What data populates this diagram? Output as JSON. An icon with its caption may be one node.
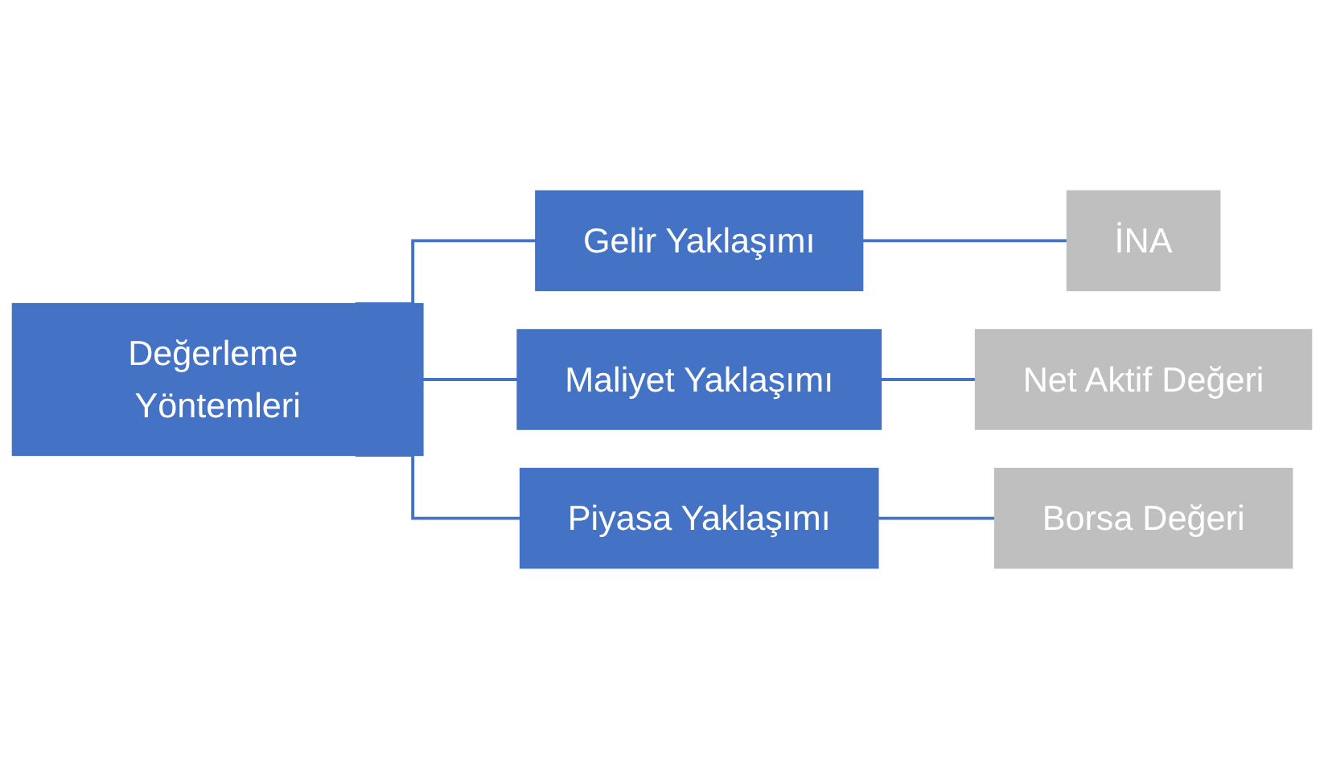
{
  "diagram": {
    "nodes": [
      {
        "text": [
          "Değerleme Yöntemleri"
        ]
      },
      {
        "text": [
          "Gelir Yaklaşımı"
        ]
      },
      {
        "text": [
          "Maliyet Yaklaşımı"
        ]
      },
      {
        "text": [
          "Piyasa Yaklaşımı"
        ]
      },
      {
        "text": [
          "İNA"
        ]
      },
      {
        "text": [
          "Net Aktif Değeri"
        ]
      },
      {
        "text": [
          "Borsa Değeri"
        ]
      }
    ],
    "edges": [
      {
        "from": 0,
        "to": 1,
        "arrow": "none"
      },
      {
        "from": 0,
        "to": 2,
        "arrow": "none"
      },
      {
        "from": 0,
        "to": 3,
        "arrow": "none"
      },
      {
        "from": 1,
        "to": 4,
        "arrow": "none"
      },
      {
        "from": 2,
        "to": 5,
        "arrow": "none"
      },
      {
        "from": 3,
        "to": 6,
        "arrow": "none"
      }
    ]
  }
}
